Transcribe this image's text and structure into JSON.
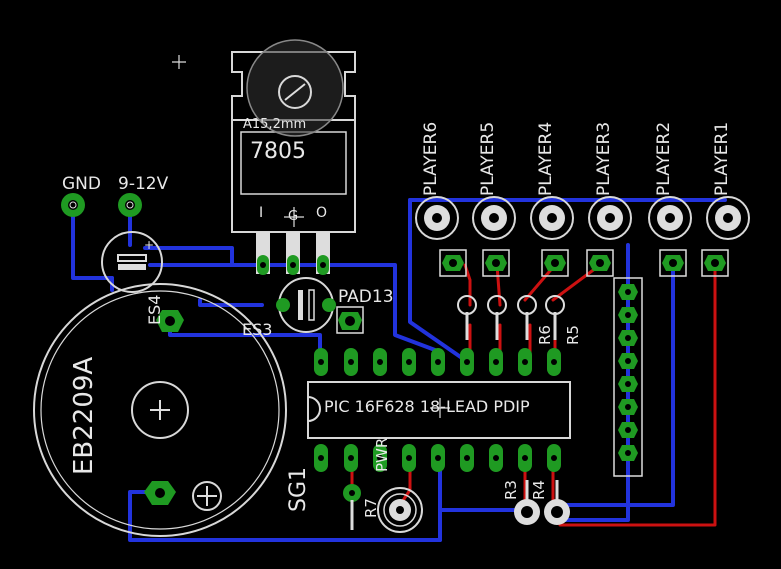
{
  "board": {
    "background": "#000000",
    "colors": {
      "top_copper": "#cc1111",
      "bottom_copper": "#2233dd",
      "pad": "#1f9a22",
      "silkscreen": "#e8e8e8"
    }
  },
  "labels": {
    "gnd": "GND",
    "vin": "9-12V",
    "regulator_package": "A15,2mm",
    "regulator_value": "7805",
    "regulator_pin1": "I",
    "regulator_pin2": "G",
    "regulator_pin3": "O",
    "buzzer_name": "EB2209A",
    "es4": "ES4",
    "es3": "ES3",
    "pad13": "PAD13",
    "ic_value": "PIC 16F628 18-LEAD PDIP",
    "sg1": "SG1",
    "pwr": "PWR",
    "r7": "R7",
    "r6": "R6",
    "r5": "R5",
    "r3": "R3",
    "r4": "R4",
    "player1": "PLAYER1",
    "player2": "PLAYER2",
    "player3": "PLAYER3",
    "player4": "PLAYER4",
    "player5": "PLAYER5",
    "player6": "PLAYER6",
    "plus_sign": "+"
  }
}
